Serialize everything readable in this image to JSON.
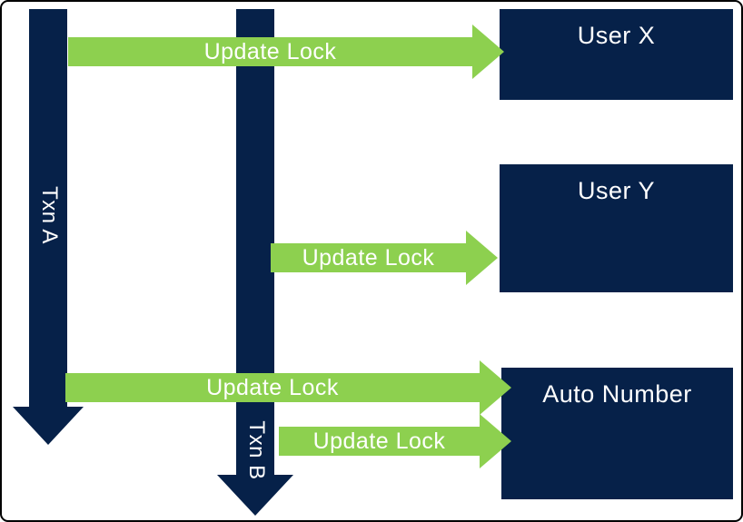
{
  "colors": {
    "navy": "#062149",
    "green": "#8dd04f",
    "label_text": "#ffffff",
    "frame_border": "#000000",
    "background": "#ffffff"
  },
  "transactions": [
    {
      "label": "Txn A"
    },
    {
      "label": "Txn B"
    }
  ],
  "entities": [
    {
      "label": "User X"
    },
    {
      "label": "User Y"
    },
    {
      "label": "Auto Number"
    }
  ],
  "arrows": [
    {
      "label": "Update Lock",
      "from": "Txn A",
      "to": "User X"
    },
    {
      "label": "Update Lock",
      "from": "Txn B",
      "to": "User Y"
    },
    {
      "label": "Update Lock",
      "from": "Txn A",
      "to": "Auto Number"
    },
    {
      "label": "Update Lock",
      "from": "Txn B",
      "to": "Auto Number"
    }
  ]
}
